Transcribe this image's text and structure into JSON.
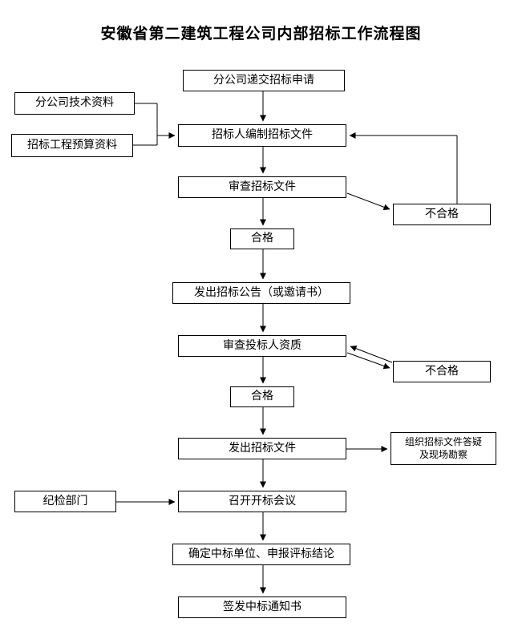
{
  "title": "安徽省第二建筑工程公司内部招标工作流程图",
  "nodes": {
    "apply": {
      "label": "分公司递交招标申请"
    },
    "tech": {
      "label": "分公司技术资料"
    },
    "budget": {
      "label": "招标工程预算资料"
    },
    "prepare": {
      "label": "招标人编制招标文件"
    },
    "review_docs": {
      "label": "审查招标文件"
    },
    "fail1": {
      "label": "不合格"
    },
    "pass1": {
      "label": "合格"
    },
    "announce": {
      "label": "发出招标公告（或邀请书）"
    },
    "review_bidders": {
      "label": "审查投标人资质"
    },
    "fail2": {
      "label": "不合格"
    },
    "pass2": {
      "label": "合格"
    },
    "issue_docs": {
      "label": "发出招标文件"
    },
    "qa": {
      "line1": "组织招标文件答疑",
      "line2": "及现场勘察"
    },
    "discipline": {
      "label": "纪检部门"
    },
    "meeting": {
      "label": "召开开标会议"
    },
    "determine": {
      "label": "确定中标单位、申报评标结论"
    },
    "notify": {
      "label": "签发中标通知书"
    }
  },
  "edges": [
    {
      "from": "分公司递交招标申请",
      "to": "招标人编制招标文件"
    },
    {
      "from": "分公司技术资料",
      "to": "招标人编制招标文件"
    },
    {
      "from": "招标工程预算资料",
      "to": "招标人编制招标文件"
    },
    {
      "from": "招标人编制招标文件",
      "to": "审查招标文件"
    },
    {
      "from": "审查招标文件",
      "to": "不合格"
    },
    {
      "from": "不合格",
      "to": "招标人编制招标文件"
    },
    {
      "from": "审查招标文件",
      "to": "合格"
    },
    {
      "from": "合格",
      "to": "发出招标公告（或邀请书）"
    },
    {
      "from": "发出招标公告（或邀请书）",
      "to": "审查投标人资质"
    },
    {
      "from": "审查投标人资质",
      "to": "不合格"
    },
    {
      "from": "不合格",
      "to": "审查投标人资质"
    },
    {
      "from": "审查投标人资质",
      "to": "合格"
    },
    {
      "from": "合格",
      "to": "发出招标文件"
    },
    {
      "from": "发出招标文件",
      "to": "组织招标文件答疑及现场勘察"
    },
    {
      "from": "发出招标文件",
      "to": "召开开标会议"
    },
    {
      "from": "纪检部门",
      "to": "召开开标会议"
    },
    {
      "from": "召开开标会议",
      "to": "确定中标单位、申报评标结论"
    },
    {
      "from": "确定中标单位、申报评标结论",
      "to": "签发中标通知书"
    }
  ],
  "colors": {
    "line": "#000000",
    "box_border": "#000000",
    "box_fill": "#ffffff",
    "text": "#000000"
  }
}
